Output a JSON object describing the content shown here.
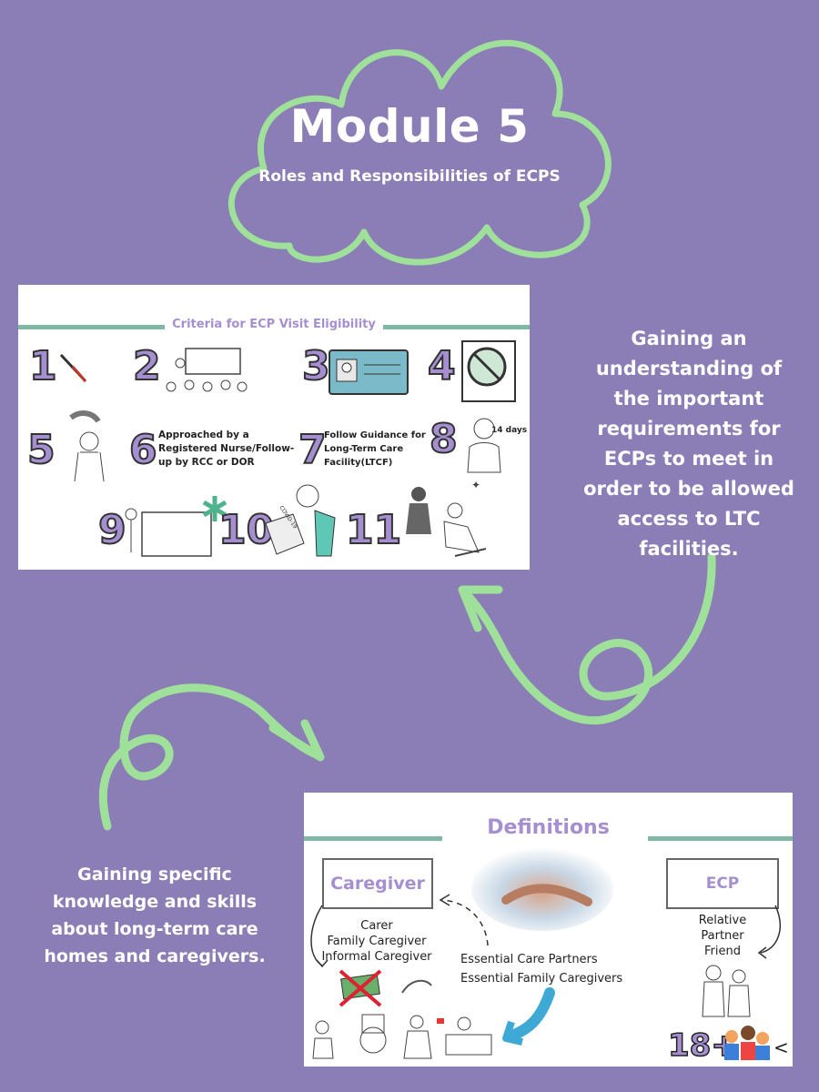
{
  "header": {
    "title": "Module 5",
    "subtitle": "Roles and Responsibilities of ECPS"
  },
  "descriptions": {
    "top": "Gaining an understanding of the important requirements for ECPs to meet in order to be allowed access to LTC facilities.",
    "bottom": "Gaining specific knowledge and skills about long-term care homes and caregivers."
  },
  "criteria_panel": {
    "heading": "Criteria for ECP Visit Eligibility",
    "numbers": [
      "1",
      "2",
      "3",
      "4",
      "5",
      "6",
      "7",
      "8",
      "9",
      "10",
      "11"
    ],
    "item6_text": "Approached by a Registered Nurse/Follow-up by RCC or DOR",
    "item7_text": "Follow Guidance for Long-Term Care Facility(LTCF)",
    "item8_note": "14 days",
    "book_label": "COVID-19"
  },
  "definitions_panel": {
    "heading": "Definitions",
    "caregiver_label": "Caregiver",
    "ecp_label": "ECP",
    "caregiver_terms": [
      "Carer",
      "Family Caregiver",
      "Informal Caregiver"
    ],
    "ecp_terms": [
      "Relative",
      "Partner",
      "Friend"
    ],
    "ecp_full_terms": [
      "Essential Care Partners",
      "Essential Family Caregivers"
    ],
    "age_text": "18+",
    "less_than": "<"
  },
  "colors": {
    "background": "#8b7db6",
    "accent_green": "#9fe09a",
    "accent_purple": "#a58fd0",
    "teal_bar": "#7fb8a4"
  }
}
